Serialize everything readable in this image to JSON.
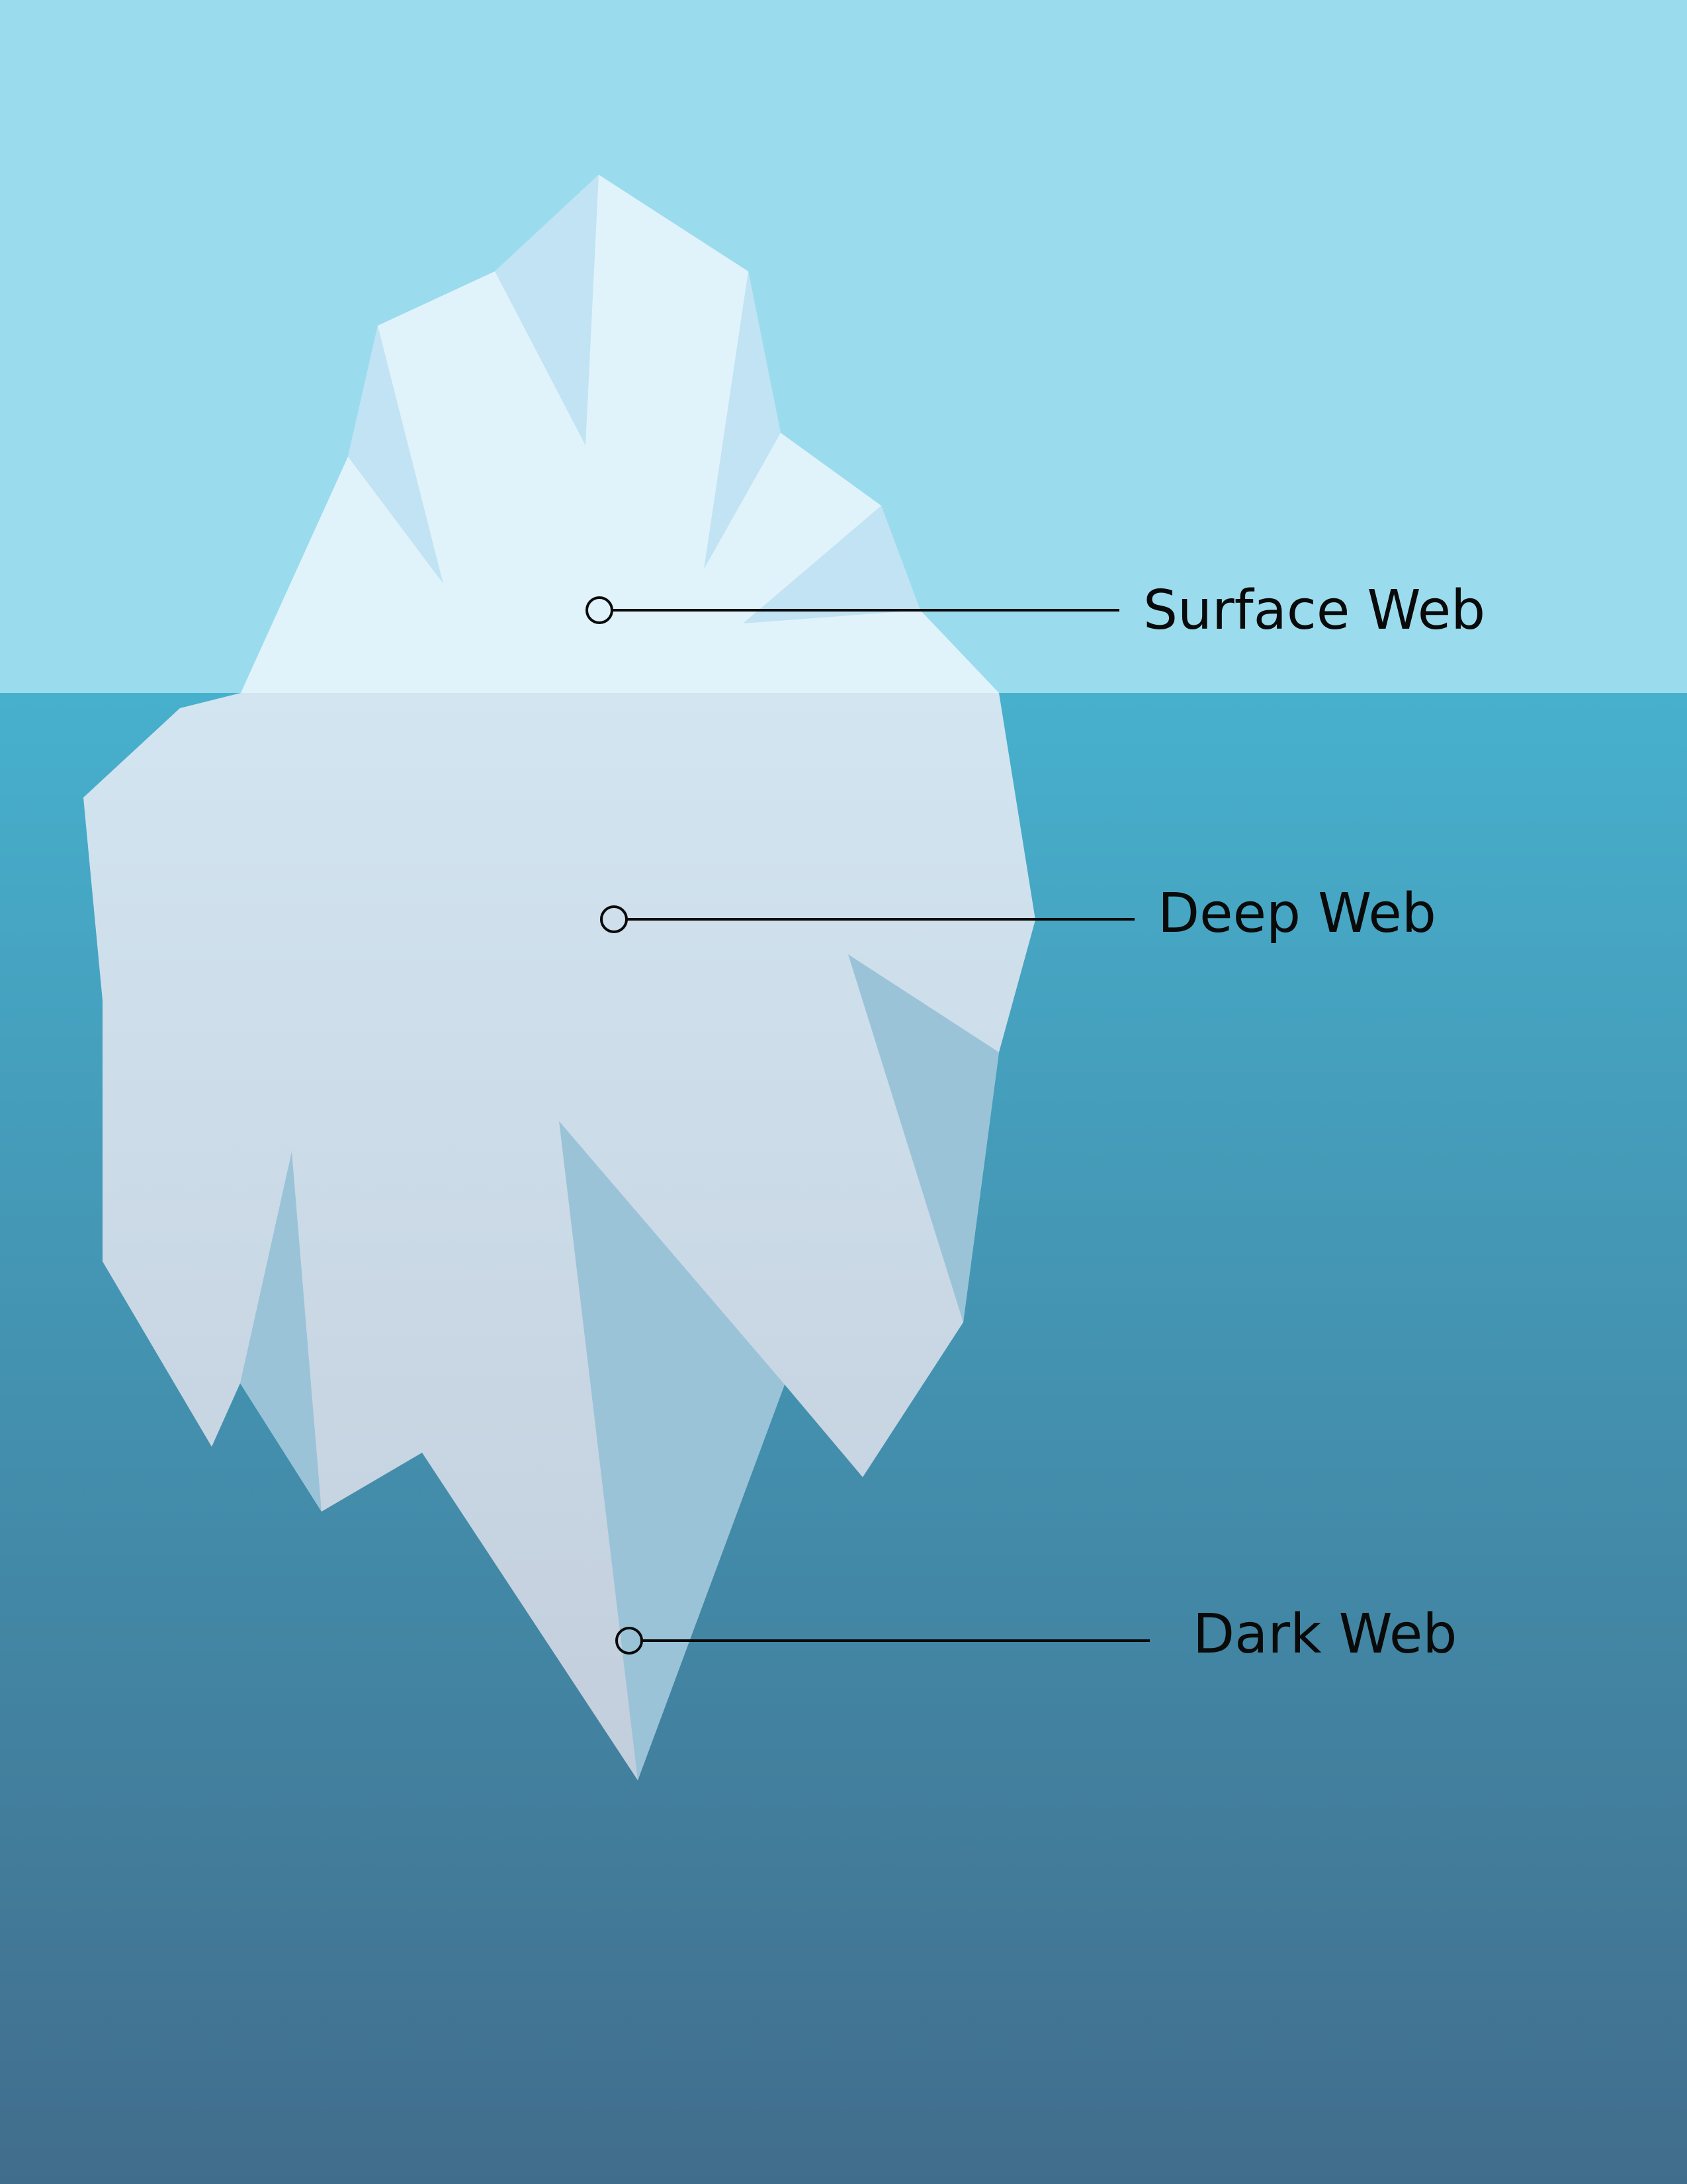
{
  "colors": {
    "sky": "#9bdbee",
    "water_top": "#47b0cd",
    "water_mid": "#4392b0",
    "water_bottom": "#416d8c",
    "ice_above": "#e1f3fa",
    "ice_above_shade": "#c1e3f4",
    "ice_below_top": "#d2e5f0",
    "ice_below_bottom": "#c3cedc",
    "ice_below_shade": "#9ac3d8",
    "leader_line": "#0a0a0a"
  },
  "layers": [
    {
      "label": "Surface Web"
    },
    {
      "label": "Deep Web"
    },
    {
      "label": "Dark Web"
    }
  ]
}
